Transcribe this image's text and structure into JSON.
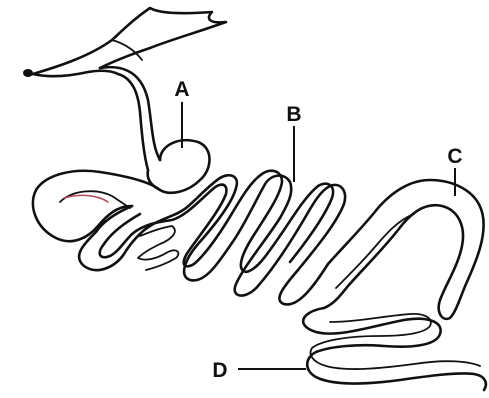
{
  "labels": {
    "a": "A",
    "b": "B",
    "c": "C",
    "d": "D"
  },
  "colors": {
    "outline": "#111111",
    "accent": "#b04a5a",
    "background": "#ffffff"
  }
}
